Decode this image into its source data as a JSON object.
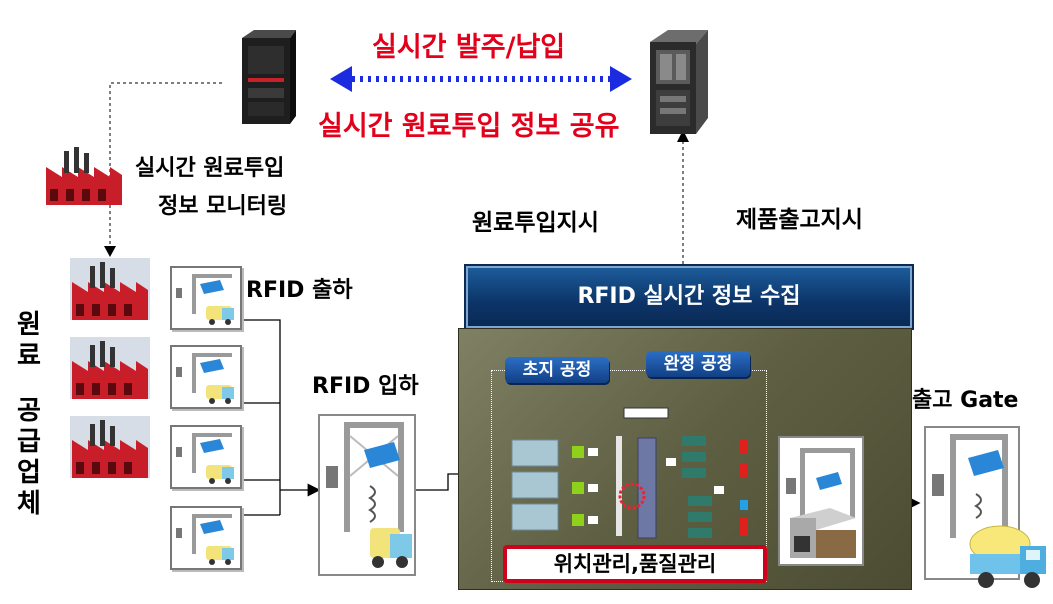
{
  "top": {
    "arrow_label_top": "실시간 발주/납입",
    "arrow_label_bottom": "실시간 원료투입 정보 공유"
  },
  "monitor": {
    "line1": "실시간 원료투입",
    "line2": "정보 모니터링"
  },
  "labels": {
    "material_order": "원료투입지시",
    "product_release": "제품출고지시",
    "rfid_shipping": "RFID 출하",
    "rfid_receiving": "RFID 입하",
    "exit_gate": "출고 Gate"
  },
  "suppliers_vertical": [
    "원",
    "료",
    "공",
    "급",
    "업",
    "체"
  ],
  "plant": {
    "banner": "RFID 실시간 정보 수집",
    "process_left": "초지 공정",
    "process_right": "완정 공정",
    "bottom_bar": "위치관리,품질관리"
  },
  "colors": {
    "red_text": "#e3001b",
    "arrow_blue": "#1a2be0",
    "banner_navy": "#0c3468",
    "plant_olive": "#5e5f42",
    "factory_red": "#c81e2a"
  }
}
